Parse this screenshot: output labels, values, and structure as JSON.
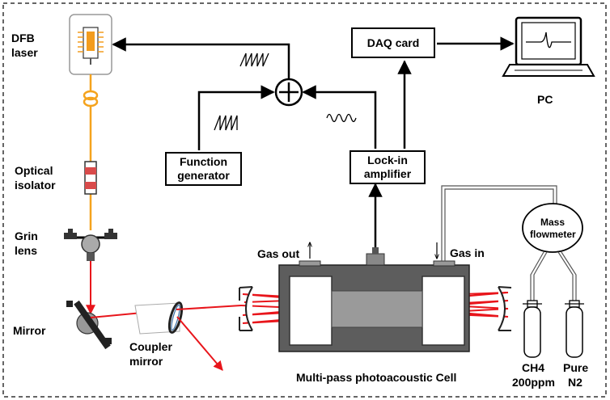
{
  "labels": {
    "dfb_laser": "DFB\nlaser",
    "optical_isolator": "Optical\nisolator",
    "grin_lens": "Grin\nlens",
    "mirror": "Mirror",
    "coupler_mirror": "Coupler\nmirror",
    "function_generator": "Function\ngenerator",
    "daq_card": "DAQ card",
    "lockin_amplifier": "Lock-in\namplifier",
    "pc": "PC",
    "gas_out": "Gas out",
    "gas_in": "Gas in",
    "mass_flowmeter": "Mass\nflowmeter",
    "ch4": "CH4\n200ppm",
    "pure_n2": "Pure\nN2",
    "cell": "Multi-pass photoacoustic Cell"
  },
  "colors": {
    "laser_beam": "#e8151b",
    "fiber": "#f5a31d",
    "cell_body": "#5d5d5d",
    "laser_chip": "#f39c1e"
  }
}
